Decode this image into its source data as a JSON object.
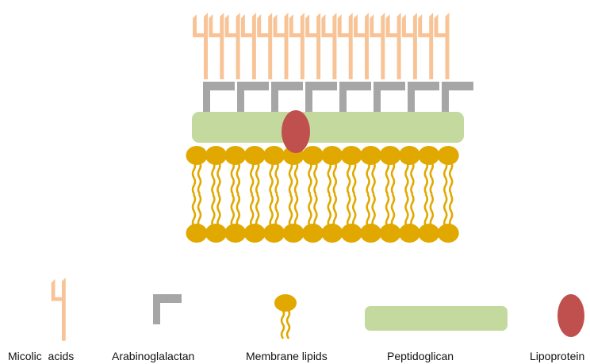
{
  "colors": {
    "micolic_acid": "#F8C497",
    "arabinogalactan": "#A6A6A6",
    "peptidoglycan": "#C4D99E",
    "lipoprotein": "#C0504D",
    "membrane_lipid": "#E1A800",
    "background": "#FFFFFF"
  },
  "structure": {
    "micolic_acid_count": 16,
    "arabinogalactan_count": 8,
    "lipid_head_count_per_leaflet": 14,
    "lipid_tail_pair_count": 14
  },
  "legend": {
    "micolic_acids": {
      "label": "Micolic  acids",
      "icon": "micolic-acid-icon"
    },
    "arabinogalactan": {
      "label": "Arabinoglalactan",
      "icon": "arabinogalactan-icon"
    },
    "membrane_lipids": {
      "label": "Membrane lipids",
      "icon": "membrane-lipid-icon"
    },
    "peptidoglycan": {
      "label": "Peptidoglican",
      "icon": "peptidoglycan-icon"
    },
    "lipoprotein": {
      "label": "Lipoprotein",
      "icon": "lipoprotein-icon"
    }
  }
}
